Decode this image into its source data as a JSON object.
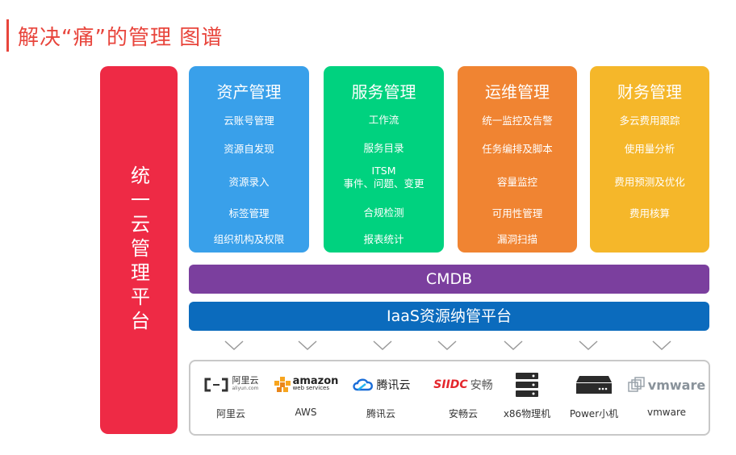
{
  "title": "解决“痛”的管理 图谱",
  "platform": "统一云管理平台",
  "cards": [
    {
      "title": "资产管理",
      "items": [
        "云账号管理",
        "资源自发现",
        "资源录入",
        "标签管理",
        "组织机构及权限"
      ]
    },
    {
      "title": "服务管理",
      "items": [
        "工作流",
        "服务目录",
        "ITSM",
        "事件、问题、变更",
        "合规检测",
        "报表统计"
      ]
    },
    {
      "title": "运维管理",
      "items": [
        "统一监控及告警",
        "任务编排及脚本",
        "容量监控",
        "可用性管理",
        "漏洞扫描"
      ]
    },
    {
      "title": "财务管理",
      "items": [
        "多云费用跟踪",
        "使用量分析",
        "费用预测及优化",
        "费用核算"
      ]
    }
  ],
  "cmdb": "CMDB",
  "iaas": "IaaS资源纳管平台",
  "providers": [
    {
      "label": "阿里云",
      "logo_text": "阿里云",
      "logo_sub": "aliyun.com",
      "icon": "aliyun-logo"
    },
    {
      "label": "AWS",
      "logo_text": "amazon",
      "logo_sub": "web services",
      "icon": "aws-logo"
    },
    {
      "label": "腾讯云",
      "logo_text": "腾讯云",
      "icon": "tencent-cloud-logo"
    },
    {
      "label": "安畅云",
      "logo_text": "SIIDC",
      "logo_text2": "安畅",
      "icon": "anchang-logo"
    },
    {
      "label": "x86物理机",
      "icon": "server-rack-icon"
    },
    {
      "label": "Power小机",
      "icon": "power-server-icon"
    },
    {
      "label": "vmware",
      "logo_text": "vmware",
      "icon": "vmware-logo"
    }
  ],
  "colors": {
    "title": "#e8453c",
    "platform": "#ee2a45",
    "asset": "#39a0ea",
    "service": "#00d27f",
    "ops": "#f08432",
    "finance": "#f5b72a",
    "cmdb": "#7b3f9e",
    "iaas": "#0b6bbd"
  }
}
